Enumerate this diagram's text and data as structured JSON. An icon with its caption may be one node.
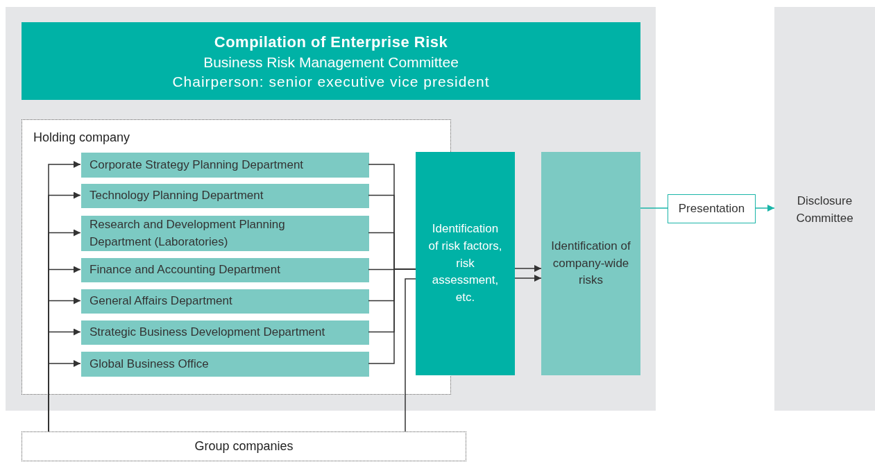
{
  "diagram": {
    "nodes": [
      {
        "text": [],
        "shape": "box"
      },
      {
        "text": [
          "Compilation of Enterprise Risk",
          "Business Risk Management Committee",
          "Chairperson: senior executive vice president"
        ],
        "in": 0
      },
      {
        "text": [
          "Holding company"
        ],
        "in": 0
      },
      {
        "text": [
          "Corporate Strategy Planning Department"
        ],
        "in": 2
      },
      {
        "text": [
          "Technology Planning Department"
        ],
        "in": 2
      },
      {
        "text": [
          "Research and Development Planning Department (Laboratories)"
        ],
        "in": 2
      },
      {
        "text": [
          "Finance and Accounting Department"
        ],
        "in": 2
      },
      {
        "text": [
          "General Affairs Department"
        ],
        "in": 2
      },
      {
        "text": [
          "Strategic Business Development Department"
        ],
        "in": 2
      },
      {
        "text": [
          "Global Business Office"
        ],
        "in": 2
      },
      {
        "text": [
          "Identification of risk factors, risk assessment, etc."
        ],
        "in": 0
      },
      {
        "text": [
          "Identification of company-wide risks"
        ],
        "in": 0
      },
      {
        "text": [
          "Presentation"
        ]
      },
      {
        "text": [
          "Disclosure Committee"
        ]
      },
      {
        "text": [
          "Group companies"
        ]
      }
    ],
    "edges": [
      {
        "from": 14,
        "to": 3,
        "arrow": "to"
      },
      {
        "from": 14,
        "to": 4,
        "arrow": "to"
      },
      {
        "from": 14,
        "to": 5,
        "arrow": "to"
      },
      {
        "from": 14,
        "to": 6,
        "arrow": "to"
      },
      {
        "from": 14,
        "to": 7,
        "arrow": "to"
      },
      {
        "from": 14,
        "to": 8,
        "arrow": "to"
      },
      {
        "from": 14,
        "to": 9,
        "arrow": "to"
      },
      {
        "from": 3,
        "to": 10,
        "arrow": "none"
      },
      {
        "from": 4,
        "to": 10,
        "arrow": "none"
      },
      {
        "from": 5,
        "to": 10,
        "arrow": "none"
      },
      {
        "from": 6,
        "to": 10,
        "arrow": "none"
      },
      {
        "from": 7,
        "to": 10,
        "arrow": "none"
      },
      {
        "from": 8,
        "to": 10,
        "arrow": "none"
      },
      {
        "from": 9,
        "to": 10,
        "arrow": "none"
      },
      {
        "from": 14,
        "to": 10,
        "arrow": "none"
      },
      {
        "from": 10,
        "to": 11,
        "arrow": "to"
      },
      {
        "from": 10,
        "to": 11,
        "arrow": "to"
      },
      {
        "from": 11,
        "to": 12,
        "arrow": "none",
        "color": "#1ab5a8"
      },
      {
        "from": 12,
        "to": 13,
        "arrow": "to",
        "color": "#1ab5a8"
      }
    ]
  }
}
